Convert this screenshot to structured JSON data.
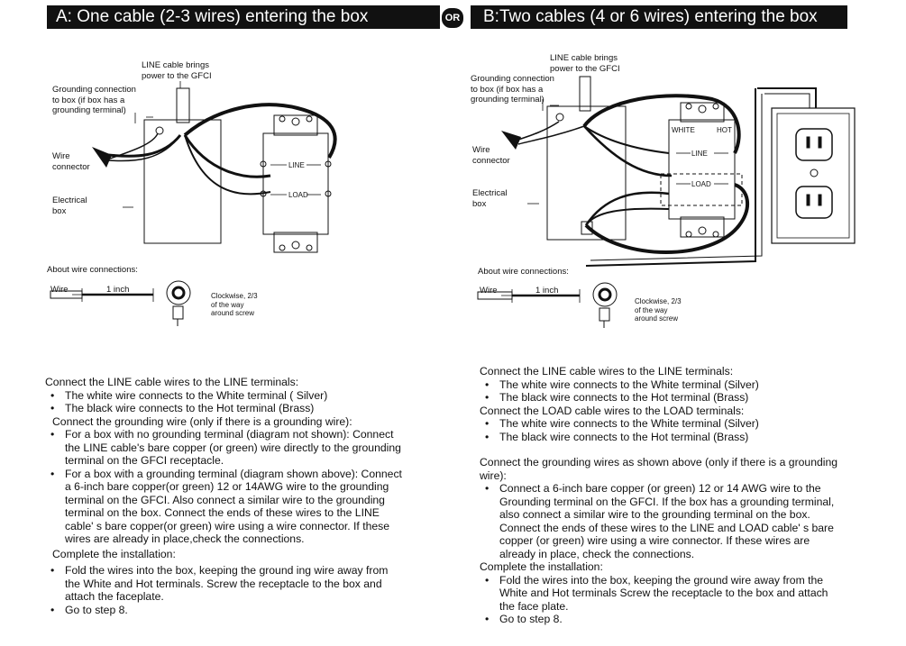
{
  "header": {
    "left_title": "A: One cable (2-3 wires) entering the box",
    "or_badge": "OR",
    "right_title": "B:Two cables (4 or 6 wires) entering the box"
  },
  "diagramA": {
    "line_cable": "LINE cable brings\npower to the GFCI",
    "grounding": "Grounding connection\nto box (if box has a\ngrounding terminal)",
    "wire_connector": "Wire\nconnector",
    "electrical_box": "Electrical\nbox",
    "line_term": "LINE",
    "load_term": "LOAD",
    "about": "About wire connections:",
    "wire": "Wire",
    "inch": "1 inch",
    "clockwise": "Clockwise, 2/3\nof the way\naround screw"
  },
  "diagramB": {
    "line_cable": "LINE cable brings\npower to the GFCI",
    "grounding": "Grounding connection\nto box (if box has a\ngrounding terminal)",
    "wire_connector": "Wire\nconnector",
    "electrical_box": "Electrical\nbox",
    "line_term": "LINE",
    "load_term": "LOAD",
    "white": "WHITE",
    "hot": "HOT",
    "about": "About wire connections:",
    "wire": "Wire",
    "inch": "1 inch",
    "clockwise": "Clockwise, 2/3\nof the way\naround screw"
  },
  "textA": {
    "p1": "Connect the LINE cable wires to the LINE terminals:",
    "b1": "The white wire connects to the White terminal ( Silver)",
    "b2": "The black wire connects to the Hot terminal (Brass)",
    "p2": "Connect the grounding wire (only if there is a grounding wire):",
    "b3": "For a box with no grounding terminal (diagram not shown): Connect the LINE cable's bare copper (or green) wire directly to the grounding terminal on the GFCI receptacle.",
    "b4": "For a box with a grounding terminal (diagram shown above): Connect a 6-inch bare copper(or green) 12 or 14AWG wire to the grounding terminal on the GFCI. Also connect a similar wire to the grounding  terminal on the box. Connect the ends of these wires to the LINE cable'   s bare copper(or green) wire using a wire connector. If these wires are already in place,check the connections.",
    "p3": "Complete the installation:",
    "b5": "Fold the wires into the box, keeping the ground ing  wire away from the White and Hot terminals. Screw the receptacle to the box and attach the faceplate.",
    "b6": "Go to step 8."
  },
  "textB": {
    "p1": "Connect the LINE cable wires to the LINE terminals:",
    "b1": "The white wire connects to the White terminal (Silver)",
    "b2": "The black wire connects to the Hot terminal (Brass)",
    "p2": "Connect the LOAD cable wires to the LOAD terminals:",
    "b3": "The white wire connects to the White terminal (Silver)",
    "b4": "The black wire connects to the Hot terminal (Brass)",
    "p3": "Connect the grounding  wires as shown above (only if there is a grounding wire):",
    "b5": "Connect a 6-inch bare copper (or  green) 12 or 14 AWG wire to the Grounding terminal on the GFCI. If the box has a grounding terminal, also connect a similar wire to the grounding terminal on the box. Connect the ends of these wires to the LINE and LOAD cable'  s bare copper (or green) wire using a wire connector. If these wires are already in place, check the connections.",
    "p4": "Complete the installation:",
    "b6": "Fold the wires into the box, keeping the ground wire away from the White  and Hot terminals  Screw the receptacle to the box and attach the face plate.",
    "b7": "Go to step 8."
  }
}
